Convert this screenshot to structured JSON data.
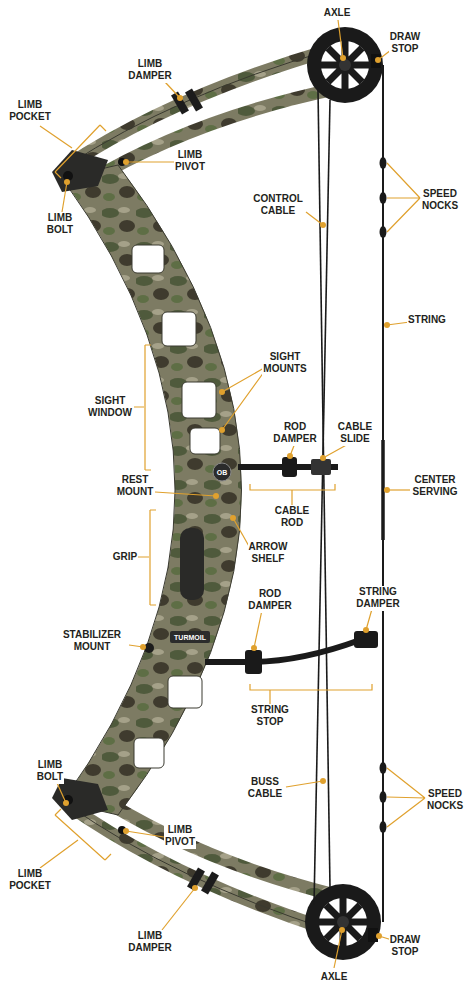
{
  "diagram": {
    "labels": [
      "AXLE",
      "DRAW STOP",
      "LIMB DAMPER",
      "LIMB POCKET",
      "LIMB PIVOT",
      "LIMB BOLT",
      "CONTROL CABLE",
      "SPEED NOCKS",
      "STRING",
      "SIGHT MOUNTS",
      "SIGHT WINDOW",
      "ROD DAMPER",
      "CABLE SLIDE",
      "CENTER SERVING",
      "REST MOUNT",
      "CABLE ROD",
      "GRIP",
      "ARROW SHELF",
      "ROD DAMPER",
      "STRING DAMPER",
      "STABILIZER MOUNT",
      "STRING STOP",
      "BUSS CABLE",
      "SPEED NOCKS",
      "LIMB BOLT",
      "LIMB PIVOT",
      "LIMB POCKET",
      "LIMB DAMPER",
      "DRAW STOP",
      "AXLE",
      "OB",
      "TURMOIL"
    ]
  }
}
